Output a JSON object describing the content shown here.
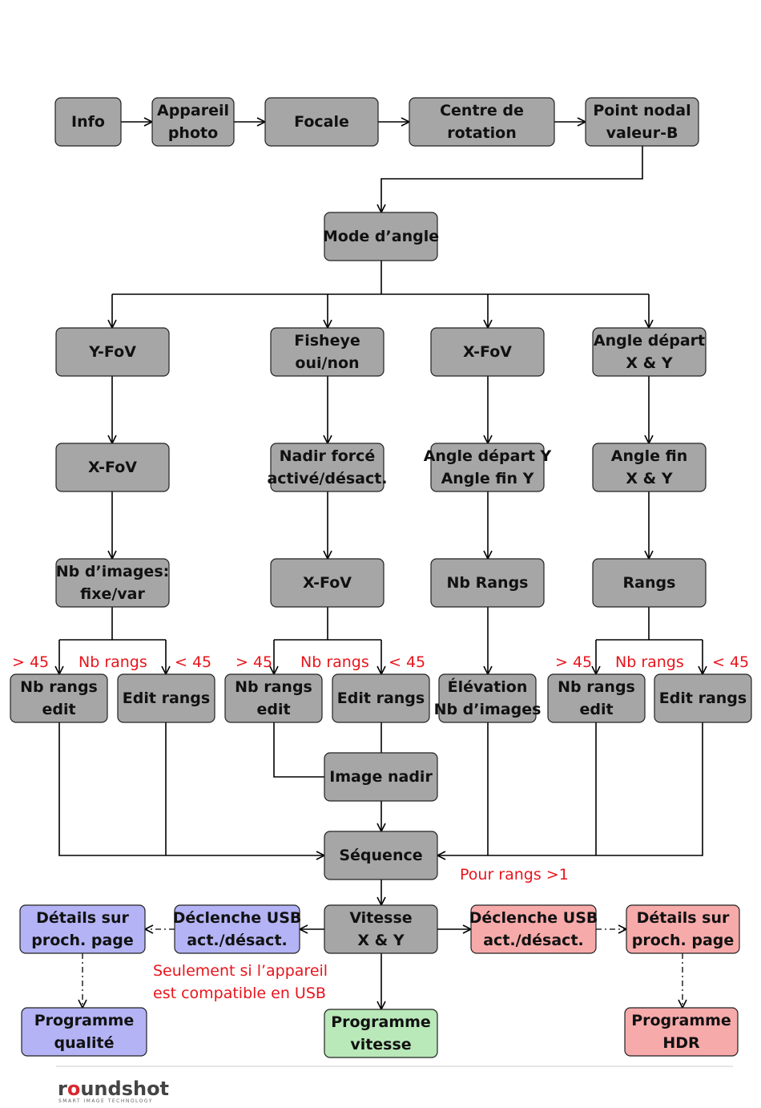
{
  "colors": {
    "gray": "#a6a6a6",
    "blue": "#b3b3f5",
    "red": "#f7aaaa",
    "green": "#b9e8b9",
    "note_red": "#e8141c",
    "logo_gray": "#444444",
    "logo_red": "#d7282f"
  },
  "nodes": {
    "info": {
      "lines": [
        "Info"
      ],
      "color": "gray"
    },
    "appareil": {
      "lines": [
        "Appareil",
        "photo"
      ],
      "color": "gray"
    },
    "focale": {
      "lines": [
        "Focale"
      ],
      "color": "gray"
    },
    "centre": {
      "lines": [
        "Centre de",
        "rotation"
      ],
      "color": "gray"
    },
    "point_nodal": {
      "lines": [
        "Point nodal",
        "valeur-B"
      ],
      "color": "gray"
    },
    "mode_angle": {
      "lines": [
        "Mode d’angle"
      ],
      "color": "gray"
    },
    "yfov": {
      "lines": [
        "Y-FoV"
      ],
      "color": "gray"
    },
    "fisheye": {
      "lines": [
        "Fisheye",
        "oui/non"
      ],
      "color": "gray"
    },
    "xfov_top": {
      "lines": [
        "X-FoV"
      ],
      "color": "gray"
    },
    "angle_depart_xy": {
      "lines": [
        "Angle départ",
        "X & Y"
      ],
      "color": "gray"
    },
    "xfov_a": {
      "lines": [
        "X-FoV"
      ],
      "color": "gray"
    },
    "nadir_force": {
      "lines": [
        "Nadir forcé",
        "activé/désact."
      ],
      "color": "gray"
    },
    "angle_depart_y": {
      "lines": [
        "Angle départ Y",
        "Angle fin Y"
      ],
      "color": "gray"
    },
    "angle_fin_xy": {
      "lines": [
        "Angle fin",
        "X & Y"
      ],
      "color": "gray"
    },
    "nb_images": {
      "lines": [
        "Nb d’images:",
        "fixe/var"
      ],
      "color": "gray"
    },
    "xfov_b": {
      "lines": [
        "X-FoV"
      ],
      "color": "gray"
    },
    "nb_rangs": {
      "lines": [
        "Nb Rangs"
      ],
      "color": "gray"
    },
    "rangs": {
      "lines": [
        "Rangs"
      ],
      "color": "gray"
    },
    "nb_rangs_edit_1": {
      "lines": [
        "Nb rangs",
        "edit"
      ],
      "color": "gray"
    },
    "edit_rangs_1": {
      "lines": [
        "Edit rangs"
      ],
      "color": "gray"
    },
    "nb_rangs_edit_2": {
      "lines": [
        "Nb rangs",
        "edit"
      ],
      "color": "gray"
    },
    "edit_rangs_2": {
      "lines": [
        "Edit rangs"
      ],
      "color": "gray"
    },
    "elevation": {
      "lines": [
        "Élévation",
        "Nb d’images"
      ],
      "color": "gray"
    },
    "nb_rangs_edit_3": {
      "lines": [
        "Nb rangs",
        "edit"
      ],
      "color": "gray"
    },
    "edit_rangs_3": {
      "lines": [
        "Edit rangs"
      ],
      "color": "gray"
    },
    "image_nadir": {
      "lines": [
        "Image nadir"
      ],
      "color": "gray"
    },
    "sequence": {
      "lines": [
        "Séquence"
      ],
      "color": "gray"
    },
    "vitesse": {
      "lines": [
        "Vitesse",
        "X & Y"
      ],
      "color": "gray"
    },
    "declenche_blue": {
      "lines": [
        "Déclenche USB",
        "act./désact."
      ],
      "color": "blue"
    },
    "details_blue": {
      "lines": [
        "Détails sur",
        "proch. page"
      ],
      "color": "blue"
    },
    "programme_qualite": {
      "lines": [
        "Programme",
        "qualité"
      ],
      "color": "blue"
    },
    "declenche_red": {
      "lines": [
        "Déclenche USB",
        "act./désact."
      ],
      "color": "red"
    },
    "details_red": {
      "lines": [
        "Détails sur",
        "proch. page"
      ],
      "color": "red"
    },
    "programme_hdr": {
      "lines": [
        "Programme",
        "HDR"
      ],
      "color": "red"
    },
    "programme_vitesse": {
      "lines": [
        "Programme",
        "vitesse"
      ],
      "color": "green"
    }
  },
  "notes": {
    "gt45_1": ">&#8202;45",
    "nb_rangs_1": "Nb rangs",
    "lt45_1": "< 45",
    "gt45_2": "> 45",
    "nb_rangs_2": "Nb rangs",
    "lt45_2": "< 45",
    "gt45_3": "> 45",
    "nb_rangs_3": "Nb rangs",
    "lt45_3": "< 45",
    "pour_rangs": "Pour rangs >1",
    "usb_note_1": "Seulement si l’appareil",
    "usb_note_2": "est compatible en USB"
  },
  "logo": {
    "brand_prefix": "r",
    "brand_o": "o",
    "brand_suffix": "undshot",
    "tagline": "SMART IMAGE TECHNOLOGY"
  }
}
